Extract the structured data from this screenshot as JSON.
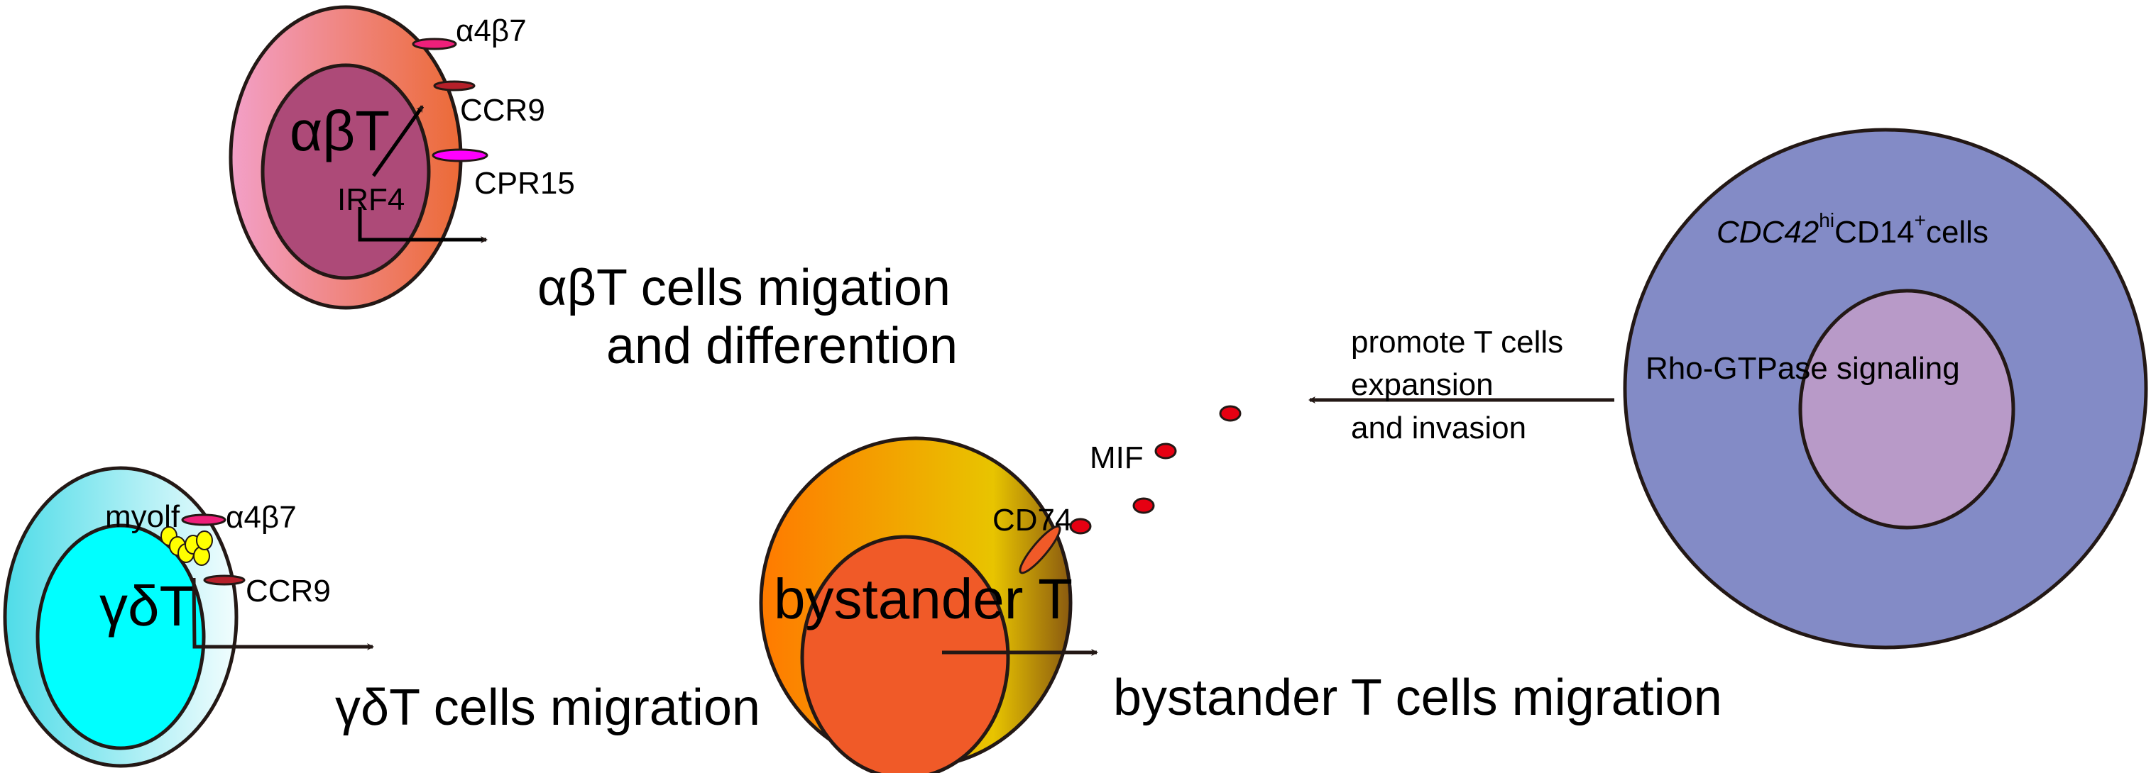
{
  "ab_cell": {
    "label": "αβT",
    "factor": "IRF4",
    "receptors": [
      "α4β7",
      "CCR9",
      "CPR15"
    ],
    "outcome_line1": "αβT cells migation",
    "outcome_line2": "and differention"
  },
  "gd_cell": {
    "label": "γδT",
    "factor": "myolf",
    "receptors": [
      "α4β7",
      "CCR9"
    ],
    "outcome": "γδT cells migration"
  },
  "bystander_cell": {
    "label": "bystander T",
    "receptor": "CD74",
    "ligand": "MIF",
    "outcome": "bystander T cells migration"
  },
  "monocyte": {
    "name_gene": "CDC42",
    "name_sup1": "hi",
    "name_mid": "CD14",
    "name_sup2": "+",
    "name_tail": "cells",
    "pathway": "Rho-GTPase signaling",
    "effect_lines": [
      "promote T cells",
      "expansion",
      "and invasion"
    ]
  },
  "colors": {
    "ab_outer_left": "#f3a0c8",
    "ab_outer_right": "#ec6a36",
    "ab_inner": "#ad4a78",
    "gd_outer_left": "#4fdce8",
    "gd_outer_right": "#f2fdfe",
    "gd_inner": "#00ffff",
    "by_outer_left": "#ff7a00",
    "by_outer_mid": "#e8c400",
    "by_outer_right": "#8a5a10",
    "by_inner": "#f05a28",
    "mono_outer": "#838bc6",
    "mono_inner": "#b89ac8"
  }
}
